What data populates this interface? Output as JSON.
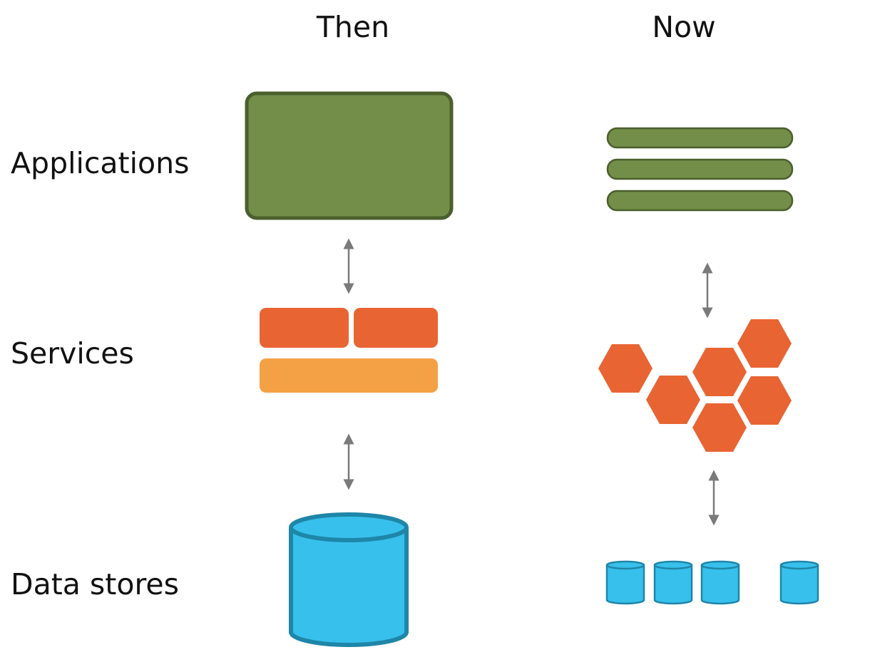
{
  "columns": {
    "then": "Then",
    "now": "Now"
  },
  "rows": {
    "applications": "Applications",
    "services": "Services",
    "data_stores": "Data stores"
  },
  "colors": {
    "app_fill": "#728E48",
    "app_stroke": "#4B5F2D",
    "service_dark": "#E96433",
    "service_light": "#F4A145",
    "db_fill": "#38C0EC",
    "db_stroke": "#1E86A8",
    "arrow": "#7A7A7A"
  },
  "icons": {
    "arrow": "double-headed-vertical-arrow",
    "database": "cylinder"
  }
}
